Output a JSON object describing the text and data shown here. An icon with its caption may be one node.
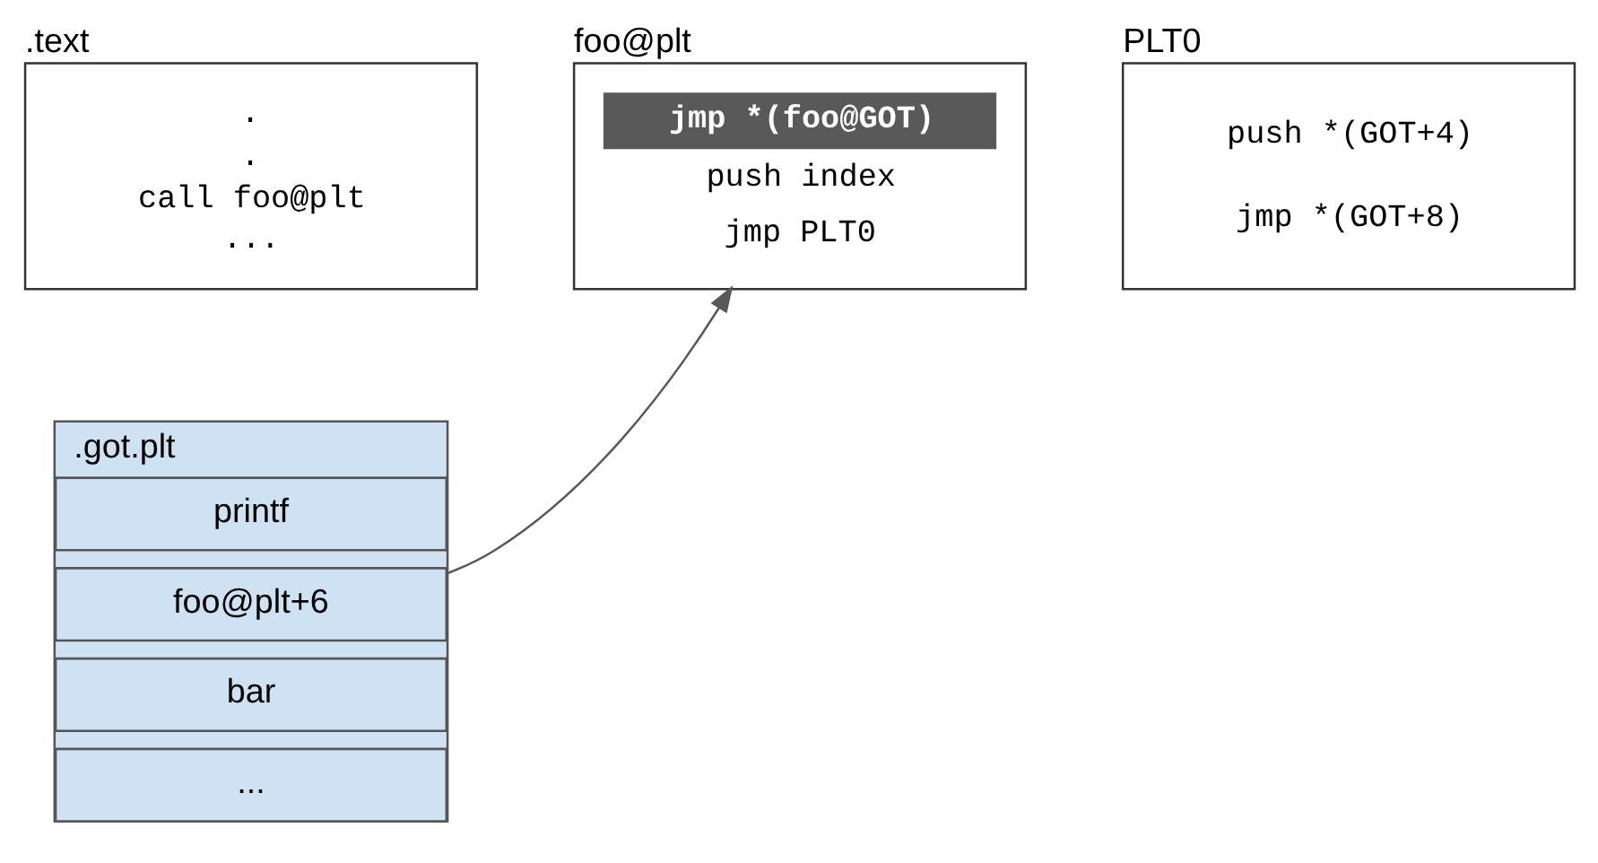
{
  "diagram": {
    "nodes": [
      {
        "text": [
          ".text",
          ".",
          ".",
          "call foo@plt",
          "..."
        ]
      },
      {
        "text": [
          "foo@plt",
          "jmp *(foo@GOT)",
          "push index",
          "jmp PLT0"
        ]
      },
      {
        "text": [
          "PLT0",
          "push *(GOT+4)",
          "jmp *(GOT+8)"
        ]
      },
      {
        "text": [
          ".got.plt"
        ]
      },
      {
        "text": [
          "printf"
        ],
        "in": 3
      },
      {
        "text": [
          "foo@plt+6"
        ],
        "in": 3
      },
      {
        "text": [
          "bar"
        ],
        "in": 3
      },
      {
        "text": [
          "..."
        ],
        "in": 3
      }
    ],
    "edges": [
      {
        "from": 5,
        "to": 1,
        "arrow": "to"
      }
    ]
  }
}
